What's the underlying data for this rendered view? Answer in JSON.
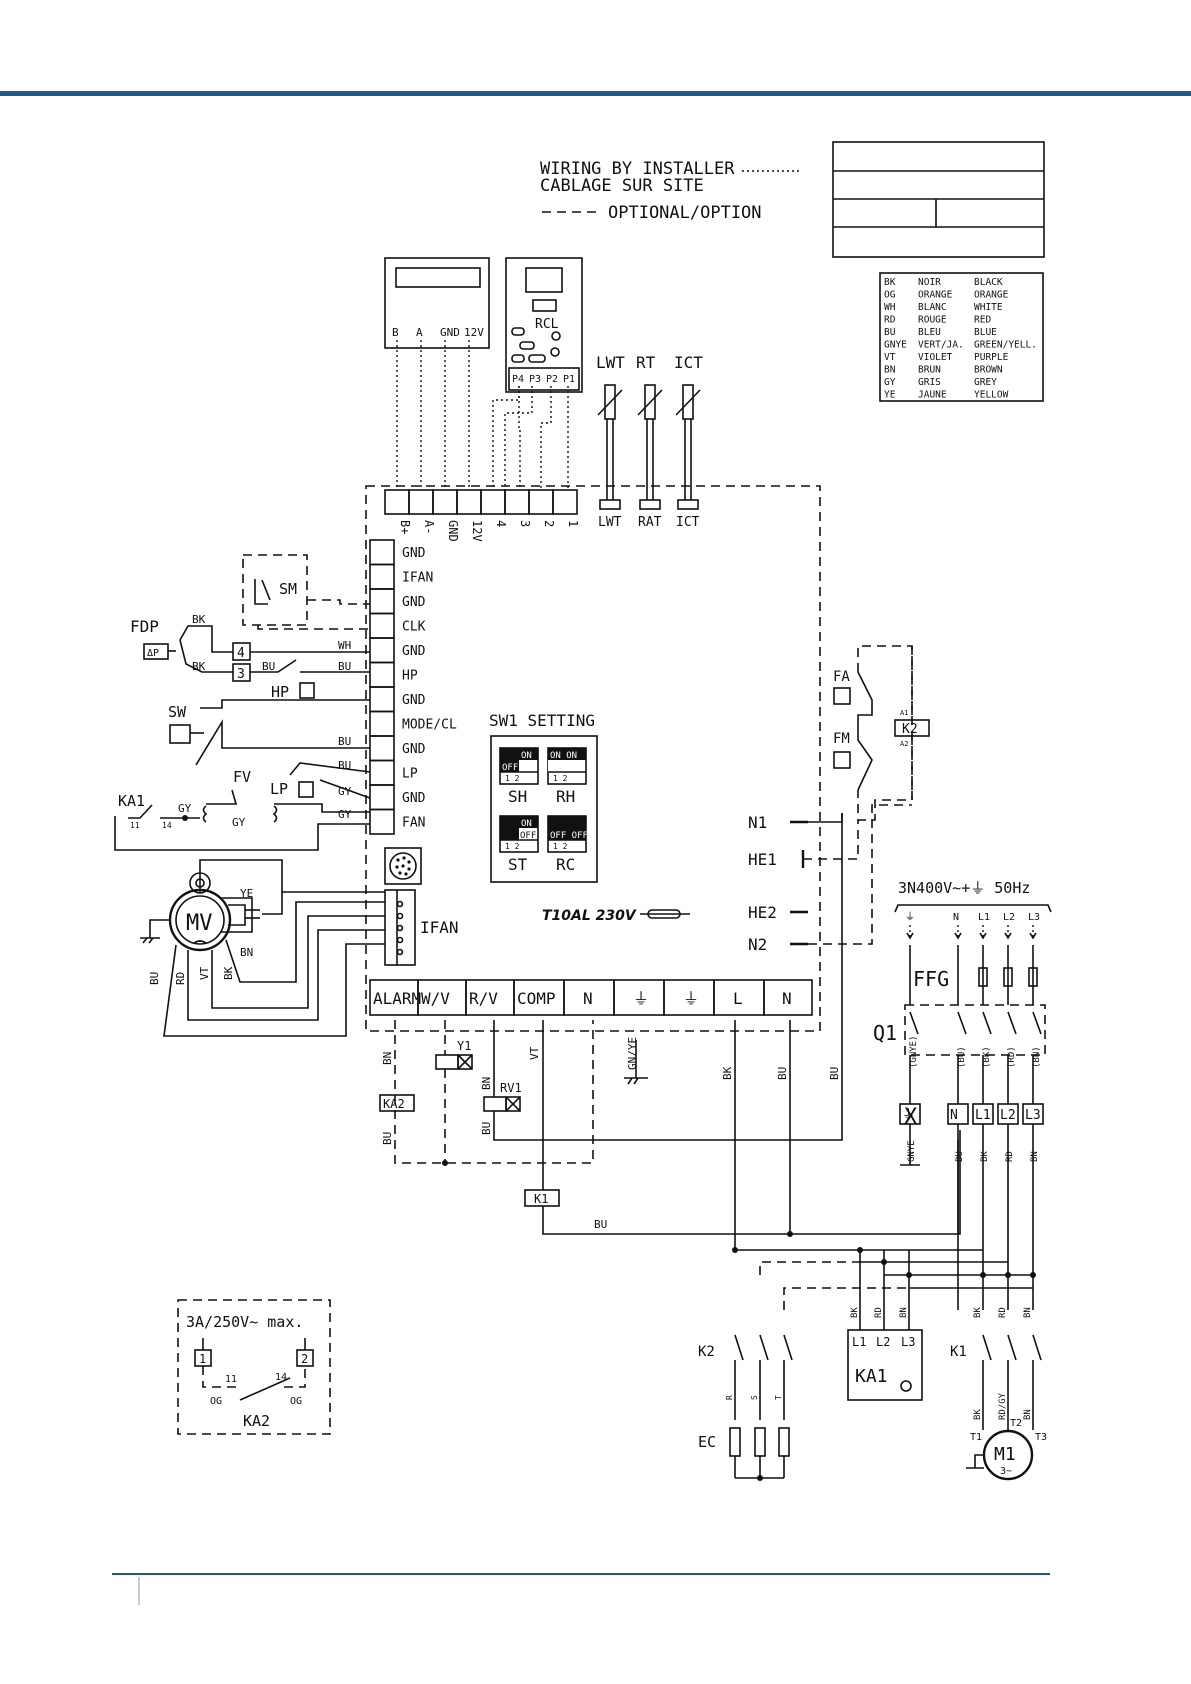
{
  "header": {
    "rule_color": "#1f5a8c"
  },
  "legend": {
    "wiring_by_installer": "WIRING BY INSTALLER",
    "cablage_sur_site": "CABLAGE SUR SITE",
    "optional": "OPTIONAL/OPTION"
  },
  "colors_table": [
    [
      "BK",
      "NOIR",
      "BLACK"
    ],
    [
      "OG",
      "ORANGE",
      "ORANGE"
    ],
    [
      "WH",
      "BLANC",
      "WHITE"
    ],
    [
      "RD",
      "ROUGE",
      "RED"
    ],
    [
      "BU",
      "BLEU",
      "BLUE"
    ],
    [
      "GNYE",
      "VERT/JA.",
      "GREEN/YELL."
    ],
    [
      "VT",
      "VIOLET",
      "PURPLE"
    ],
    [
      "BN",
      "BRUN",
      "BROWN"
    ],
    [
      "GY",
      "GRIS",
      "GREY"
    ],
    [
      "YE",
      "JAUNE",
      "YELLOW"
    ]
  ],
  "controller": {
    "terminals": [
      "B",
      "A",
      "GND",
      "12V"
    ]
  },
  "rcl": {
    "label": "RCL",
    "terminals": [
      "P4",
      "P3",
      "P2",
      "P1"
    ]
  },
  "sensors": [
    "LWT",
    "RT",
    "ICT"
  ],
  "sensor_connectors": [
    "LWT",
    "RAT",
    "ICT"
  ],
  "top_terminals": [
    "B+",
    "A-",
    "GND",
    "12V",
    "4",
    "3",
    "2",
    "1"
  ],
  "left_terminals": [
    "GND",
    "IFAN",
    "GND",
    "CLK",
    "GND",
    "HP",
    "GND",
    "MODE/CL",
    "GND",
    "LP",
    "GND",
    "FAN"
  ],
  "left_devices": {
    "fdp": "FDP",
    "dp": "ΔP",
    "sm": "SM",
    "hp": "HP",
    "sw": "SW",
    "fv": "FV",
    "lp": "LP",
    "ka1": "KA1",
    "pin4": "4",
    "pin3": "3",
    "pin11": "11",
    "pin14": "14"
  },
  "wire_tags": {
    "bk1": "BK",
    "bk2": "BK",
    "wh": "WH",
    "bu1": "BU",
    "bu2": "BU",
    "bu3": "BU",
    "bu4": "BU",
    "gy1": "GY",
    "gy2": "GY",
    "gy3": "GY",
    "gy4": "GY"
  },
  "sw1": {
    "title": "SW1 SETTING",
    "switches": [
      {
        "name": "SH",
        "upper": "ON",
        "lower": "OFF"
      },
      {
        "name": "RH",
        "upper": "ON ON",
        "lower": ""
      },
      {
        "name": "ST",
        "upper": "ON",
        "lower": "OFF"
      },
      {
        "name": "RC",
        "upper": "",
        "lower": "OFF OFF"
      }
    ],
    "pin_nums": "1 2"
  },
  "motor": {
    "label": "MV",
    "ye": "YE",
    "bn": "BN",
    "bu": "BU",
    "rd": "RD",
    "vt": "VT",
    "bk": "BK",
    "ifan": "IFAN"
  },
  "fuse": "T10AL 230V",
  "bottom_terminals": [
    "ALARM",
    "W/V",
    "R/V",
    "COMP",
    "N",
    "⏚",
    "⏚",
    "L",
    "N"
  ],
  "right_terminals": [
    "N1",
    "HE1",
    "HE2",
    "N2"
  ],
  "right_switches": {
    "fa": "FA",
    "fm": "FM",
    "k2": "K2",
    "a1": "A1",
    "a2": "A2"
  },
  "power": {
    "supply": "3N400V~+⏚ 50Hz",
    "phases": [
      "⏚",
      "N",
      "L1",
      "L2",
      "L3"
    ],
    "ffg": "FFG",
    "q1": "Q1",
    "x": "X",
    "terminals": [
      "⏚",
      "N",
      "L1",
      "L2",
      "L3"
    ],
    "bracket_tags": [
      "(GNYE)",
      "(BU)",
      "(BK)",
      "(RD)",
      "(BN)"
    ],
    "lower_tags": [
      "GNYE",
      "BU",
      "BK",
      "RD",
      "BN"
    ]
  },
  "relays": {
    "y1": "Y1",
    "rv1": "RV1",
    "ka2": "KA2",
    "k1": "K1"
  },
  "vertical_tags": {
    "bn1": "BN",
    "bu5": "BU",
    "bn2": "BN",
    "bu6": "BU",
    "vt2": "VT",
    "gnye": "GN/YE",
    "bk3": "BK",
    "bu7": "BU",
    "bu8": "BU",
    "bu9": "BU"
  },
  "loads": {
    "k2": "K2",
    "ec": "EC",
    "rst": [
      "R",
      "S",
      "T"
    ],
    "ka1": "KA1",
    "ka1_terms": [
      "L1",
      "L2",
      "L3"
    ],
    "ka1_tags": [
      "BK",
      "RD",
      "BN"
    ],
    "k1": "K1",
    "k1_tags": [
      "BK",
      "RD",
      "BN"
    ],
    "m1": "M1",
    "m1_sub": "3~",
    "m1_terms": [
      "T1",
      "T2",
      "T3"
    ],
    "m1_tags": [
      "BK",
      "RD/GY",
      "BN"
    ]
  },
  "ka2_box": {
    "rating": "3A/250V~ max.",
    "pin1": "1",
    "pin2": "2",
    "c11": "11",
    "c14": "14",
    "og1": "OG",
    "og2": "OG",
    "name": "KA2"
  }
}
